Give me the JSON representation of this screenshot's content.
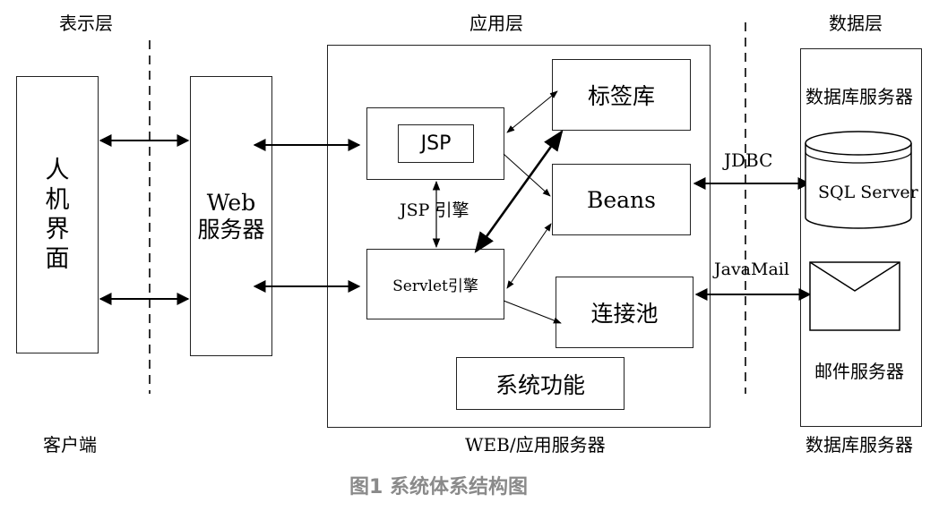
{
  "layers": {
    "presentation": "表示层",
    "application": "应用层",
    "data": "数据层"
  },
  "bottom_labels": {
    "client": "客户端",
    "web_app_server": "WEB/应用服务器",
    "db_server": "数据库服务器"
  },
  "boxes": {
    "hmi": "人机界面",
    "web_server_line1": "Web",
    "web_server_line2": "服务器",
    "jsp": "JSP",
    "servlet_engine": "Servlet引擎",
    "tag_library": "标签库",
    "beans": "Beans",
    "connection_pool": "连接池",
    "system_functions": "系统功能",
    "db_server_title": "数据库服务器",
    "sql_server": "SQL Server",
    "mail_server": "邮件服务器"
  },
  "connectors": {
    "jsp_engine": "JSP 引擎",
    "jdbc": "JDBC",
    "javamail": "JavaMail"
  },
  "caption": "图1 系统体系结构图"
}
